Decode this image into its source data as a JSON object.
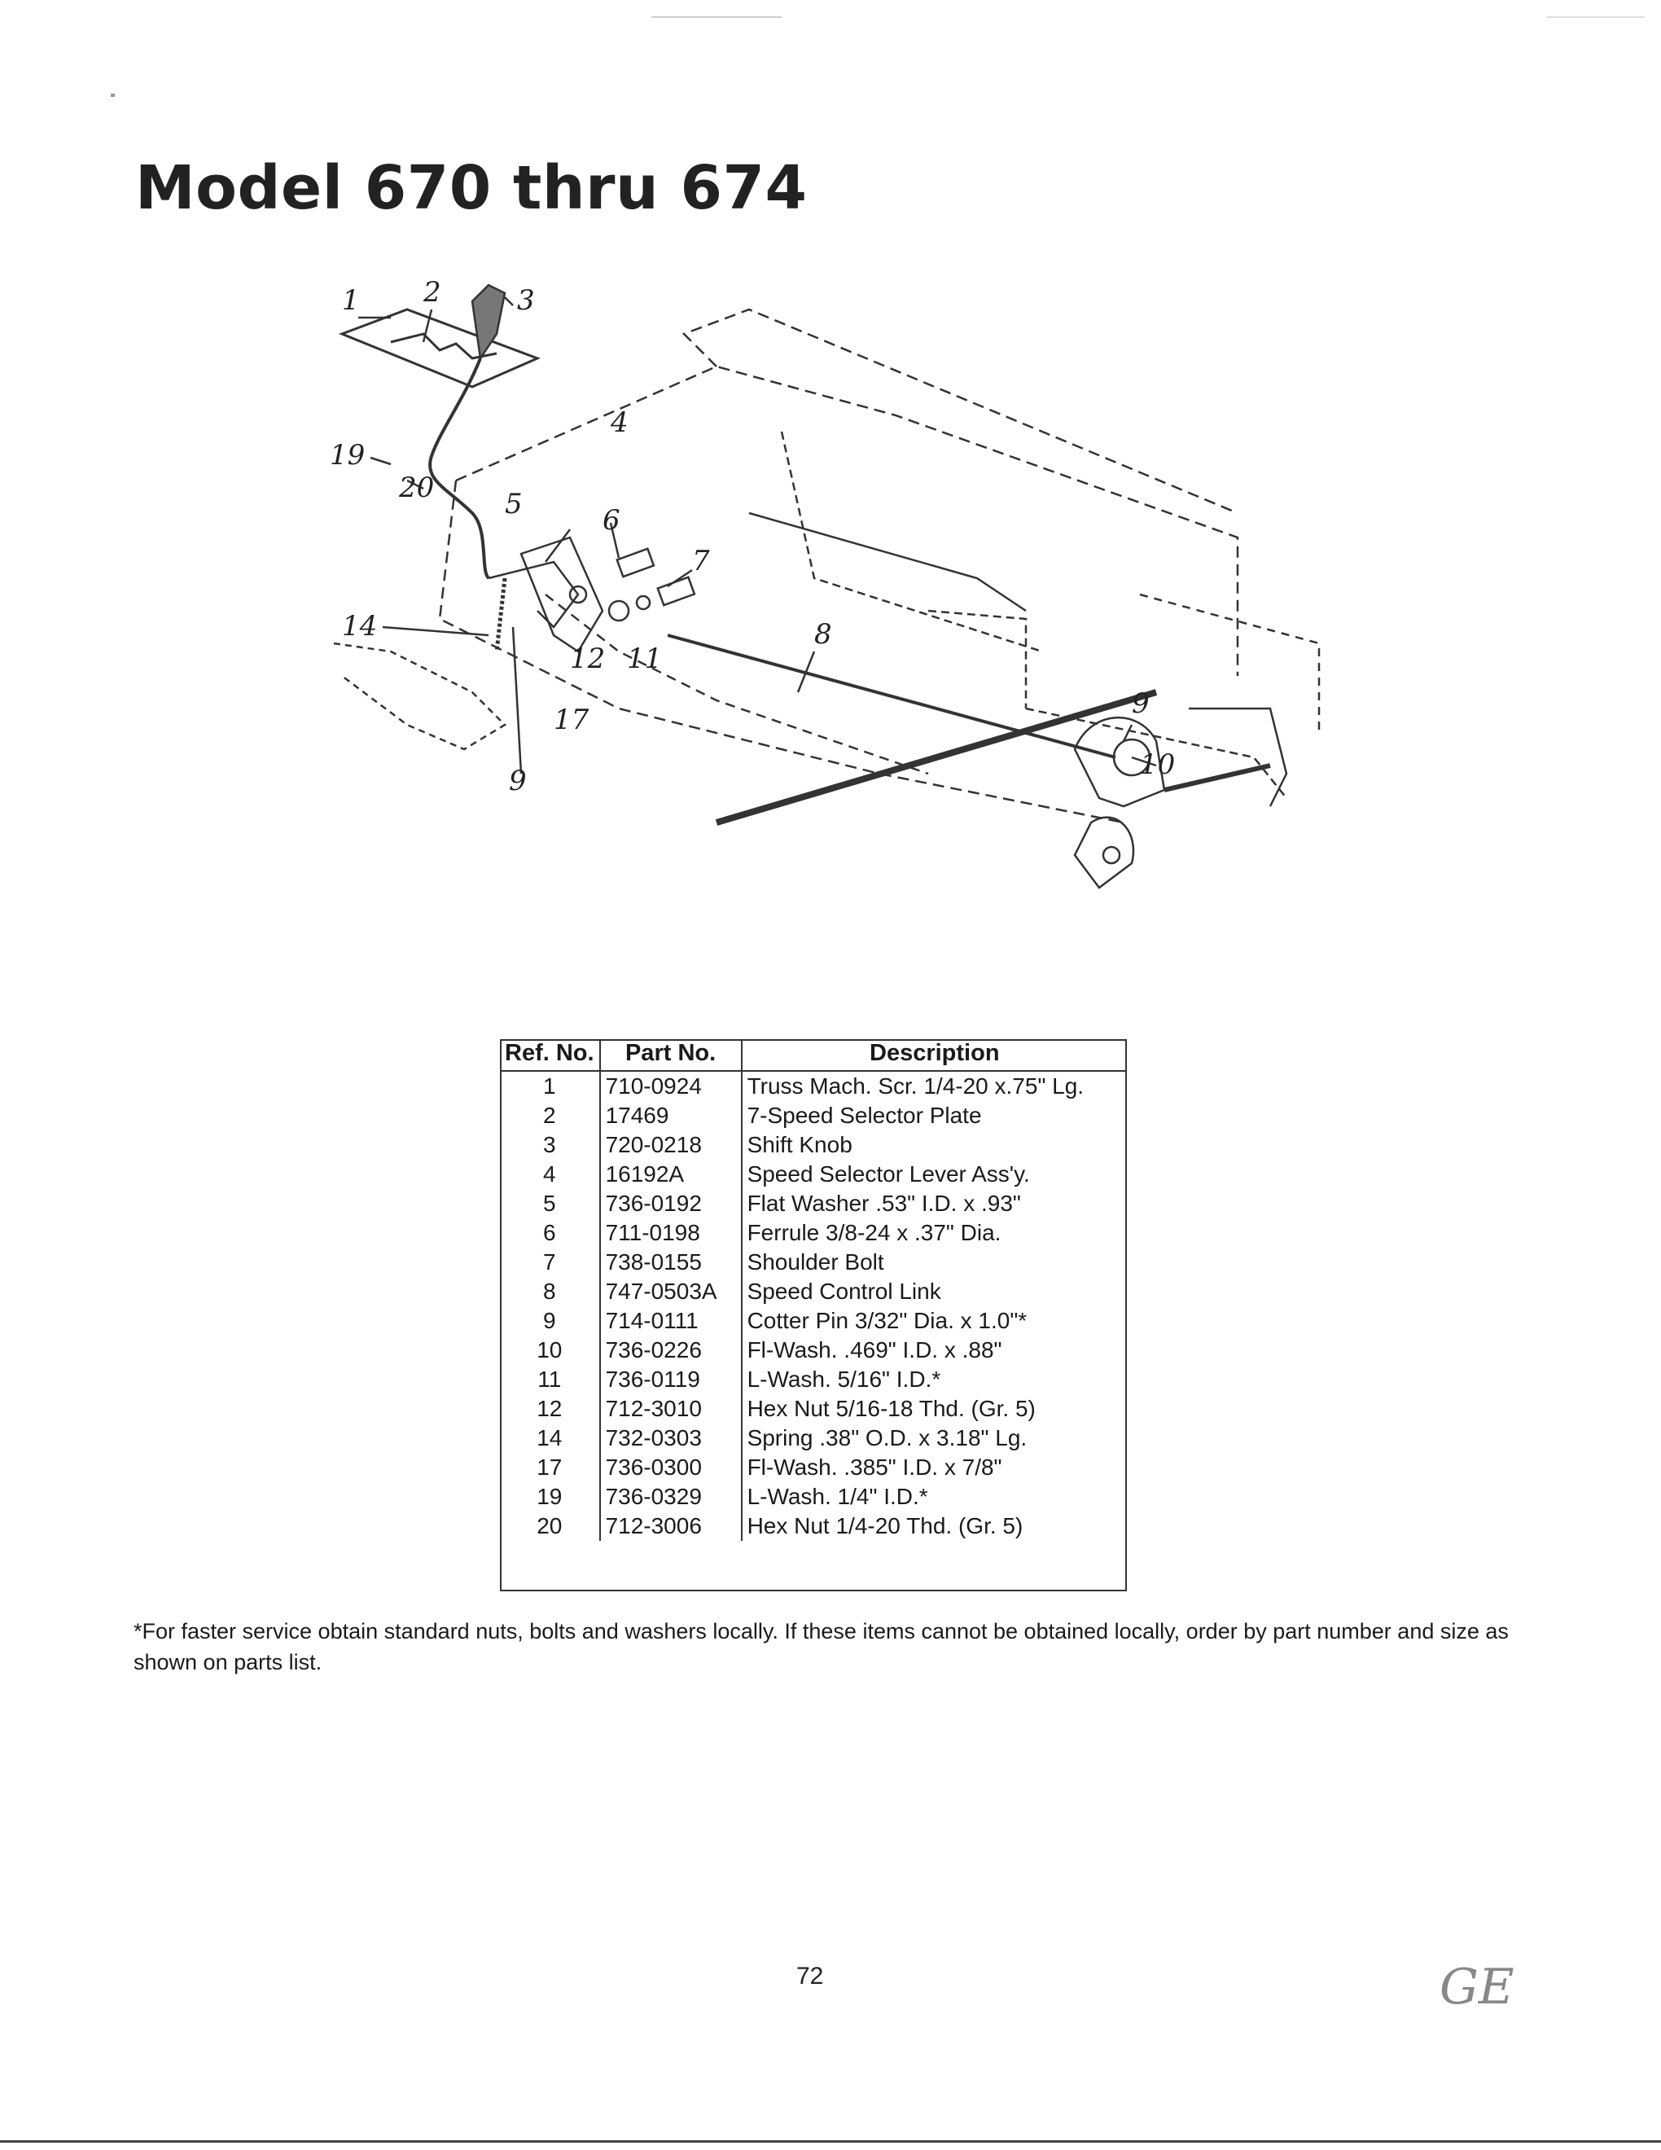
{
  "page": {
    "title": "Model 670 thru 674",
    "page_number": "72",
    "handwritten_initials": "GE"
  },
  "diagram": {
    "callouts": [
      "1",
      "2",
      "3",
      "4",
      "5",
      "6",
      "7",
      "8",
      "9",
      "10",
      "11",
      "12",
      "14",
      "17",
      "19",
      "20"
    ]
  },
  "parts_table": {
    "headers": {
      "ref": "Ref. No.",
      "part": "Part No.",
      "description": "Description"
    },
    "rows": [
      {
        "ref": "1",
        "part": "710-0924",
        "description": "Truss Mach. Scr. 1/4-20 x.75\" Lg."
      },
      {
        "ref": "2",
        "part": "17469",
        "description": "7-Speed Selector Plate"
      },
      {
        "ref": "3",
        "part": "720-0218",
        "description": "Shift Knob"
      },
      {
        "ref": "4",
        "part": "16192A",
        "description": "Speed Selector Lever Ass'y."
      },
      {
        "ref": "5",
        "part": "736-0192",
        "description": "Flat Washer .53\" I.D. x .93\""
      },
      {
        "ref": "6",
        "part": "711-0198",
        "description": "Ferrule 3/8-24 x .37\" Dia."
      },
      {
        "ref": "7",
        "part": "738-0155",
        "description": "Shoulder Bolt"
      },
      {
        "ref": "8",
        "part": "747-0503A",
        "description": "Speed Control Link"
      },
      {
        "ref": "9",
        "part": "714-0111",
        "description": "Cotter Pin 3/32\" Dia. x 1.0\"*"
      },
      {
        "ref": "10",
        "part": "736-0226",
        "description": "Fl-Wash. .469\" I.D. x .88\""
      },
      {
        "ref": "11",
        "part": "736-0119",
        "description": "L-Wash. 5/16\" I.D.*"
      },
      {
        "ref": "12",
        "part": "712-3010",
        "description": "Hex Nut 5/16-18 Thd. (Gr. 5)"
      },
      {
        "ref": "14",
        "part": "732-0303",
        "description": "Spring .38\" O.D. x 3.18\" Lg."
      },
      {
        "ref": "17",
        "part": "736-0300",
        "description": "Fl-Wash. .385\" I.D. x 7/8\""
      },
      {
        "ref": "19",
        "part": "736-0329",
        "description": "L-Wash. 1/4\" I.D.*"
      },
      {
        "ref": "20",
        "part": "712-3006",
        "description": "Hex Nut 1/4-20 Thd. (Gr. 5)"
      }
    ]
  },
  "footnote": "*For faster service obtain standard nuts, bolts and washers locally. If these items cannot be obtained locally, order by part number and size as shown on parts list."
}
